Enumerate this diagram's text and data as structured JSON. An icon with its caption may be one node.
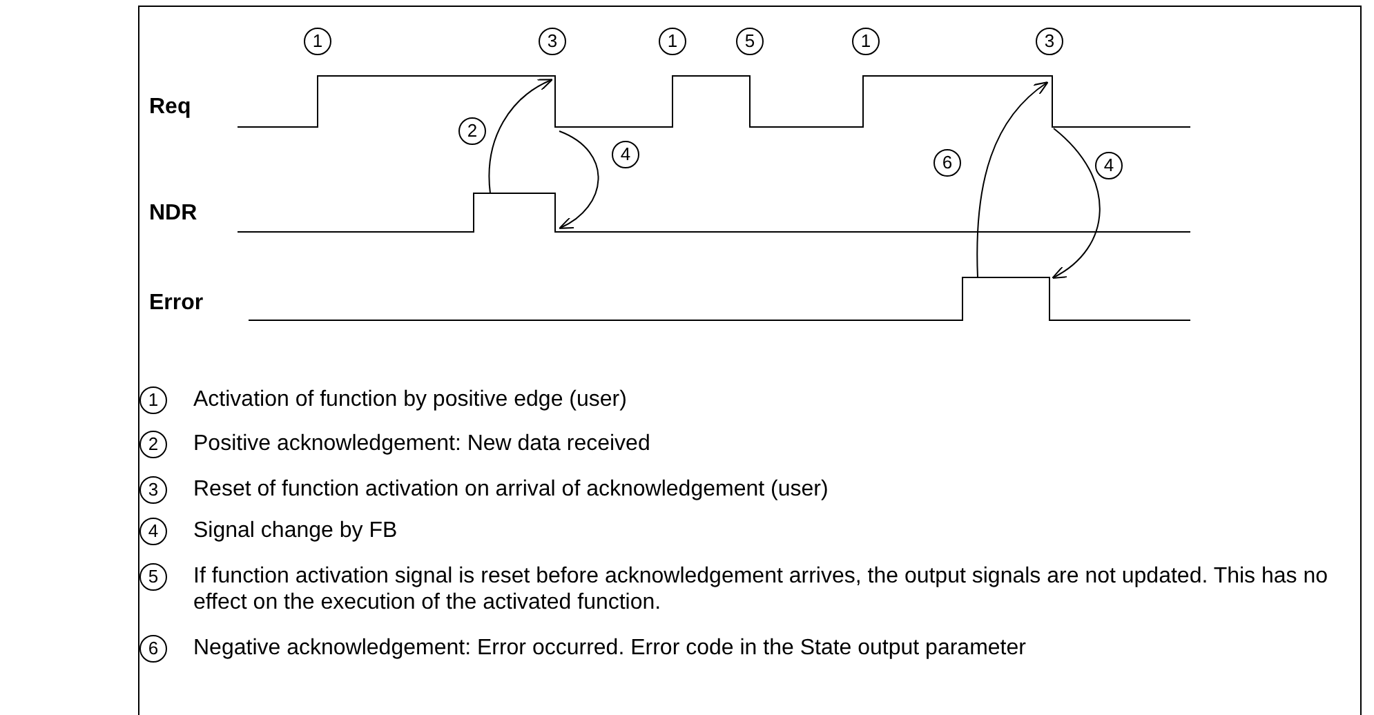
{
  "diagram": {
    "labels": [
      "1",
      "3",
      "1",
      "5",
      "1",
      "3",
      "Req",
      "2",
      "4",
      "6",
      "4",
      "NDR",
      "Error",
      "1",
      "Activation of function by positive edge (user)",
      "2",
      "Positive acknowledgement: New data received",
      "3",
      "Reset of function activation on arrival of acknowledgement (user)",
      "4",
      "Signal change by FB",
      "5",
      "If function activation signal is reset before acknowledgement arrives, the output signals are not updated. This has no effect on the execution of the activated function.",
      "6",
      "Negative acknowledgement: Error occurred. Error code in the State output parameter"
    ]
  }
}
